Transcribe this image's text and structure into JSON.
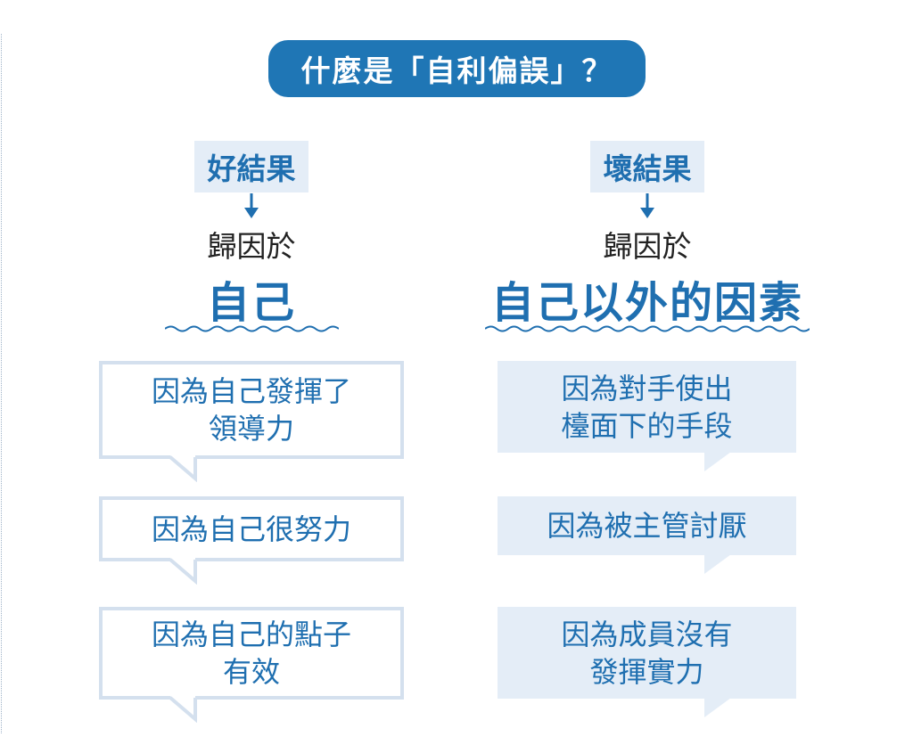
{
  "title": "什麼是「自利偏誤」？",
  "left": {
    "label": "好結果",
    "attribution": "歸因於",
    "cause": "自己",
    "reasons": [
      {
        "line1": "因為自己發揮了",
        "line2": "領導力"
      },
      {
        "line1": "因為自己很努力",
        "line2": ""
      },
      {
        "line1": "因為自己的點子",
        "line2": "有效"
      }
    ]
  },
  "right": {
    "label": "壞結果",
    "attribution": "歸因於",
    "cause": "自己以外的因素",
    "reasons": [
      {
        "line1": "因為對手使出",
        "line2": "檯面下的手段"
      },
      {
        "line1": "因為被主管討厭",
        "line2": ""
      },
      {
        "line1": "因為成員沒有",
        "line2": "發揮實力"
      }
    ]
  },
  "colors": {
    "accent": "#1f76b5",
    "text_blue": "#1f6fb0",
    "light_fill": "#e4edf7",
    "border": "#d4e0ee"
  }
}
